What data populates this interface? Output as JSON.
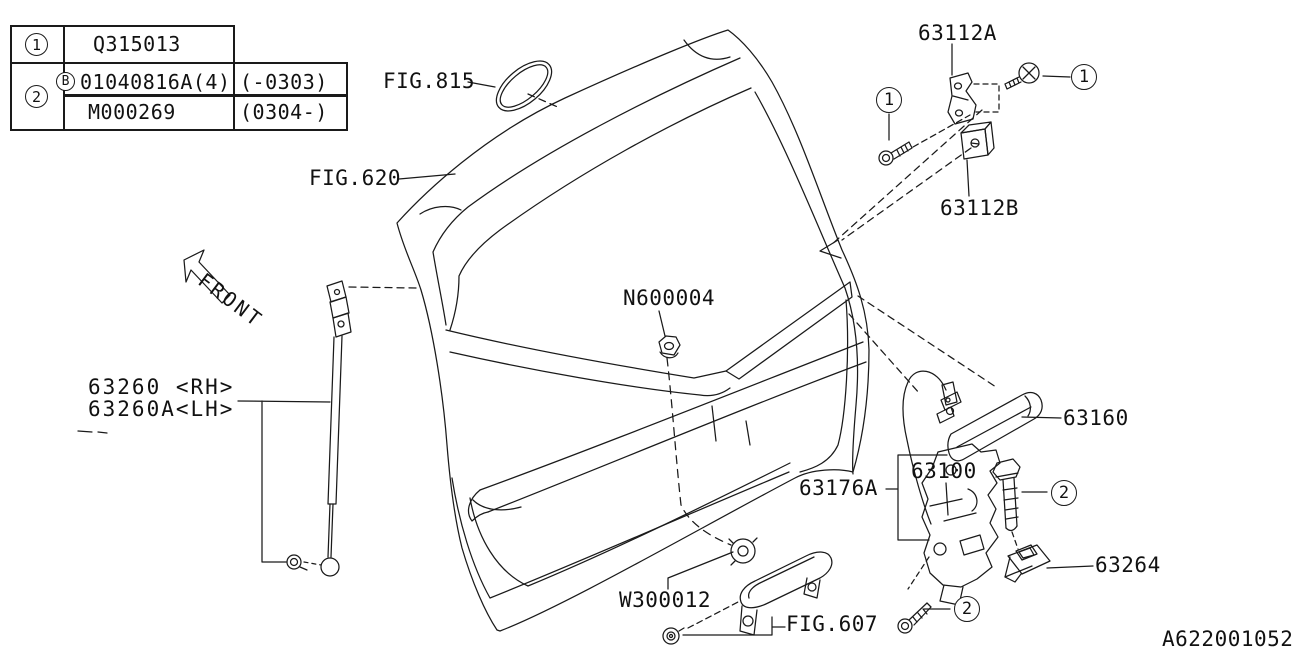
{
  "doc": {
    "code": "A622001052"
  },
  "badges": {
    "one": "1",
    "two": "2",
    "b": "B"
  },
  "table": {
    "row1_no": "1",
    "row1_part": "Q315013",
    "row23_no": "2",
    "row2_badge": "B",
    "row2_part": "01040816A(4)",
    "row2_applicability": "(-0303)",
    "row3_part": "M000269",
    "row3_applicability": "(0304-)"
  },
  "labels": {
    "fig815": "FIG.815",
    "fig620": "FIG.620",
    "fig607": "FIG.607",
    "front": "FRONT",
    "p63112a": "63112A",
    "p63112b": "63112B",
    "n600004": "N600004",
    "p63260_rh": "63260 <RH>",
    "p63260_lh": "63260A<LH>",
    "p63160": "63160",
    "p63176a": "63176A",
    "p63100": "63100",
    "w300012": "W300012",
    "p63264": "63264"
  },
  "line_color": "#1a1a1a"
}
